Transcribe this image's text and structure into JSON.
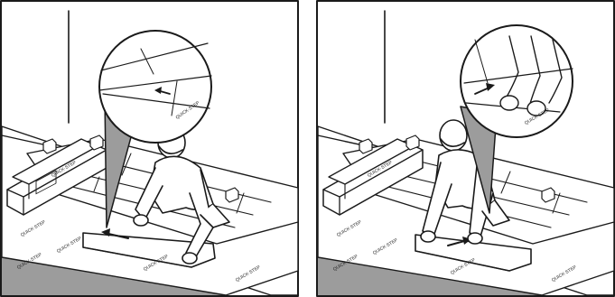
{
  "panels": [
    {
      "id": "left",
      "board_print": "QUICK·STEP",
      "underlay_print": "QUICK·STEP",
      "arrow_direction": "left"
    },
    {
      "id": "right",
      "board_print": "QUICK·STEP",
      "underlay_print": "QUICK·STEP",
      "arrow_direction": "right"
    }
  ],
  "colors": {
    "line": "#1a1a1a",
    "wall_shadow": "#9c9c9c",
    "paper": "#ffffff"
  }
}
